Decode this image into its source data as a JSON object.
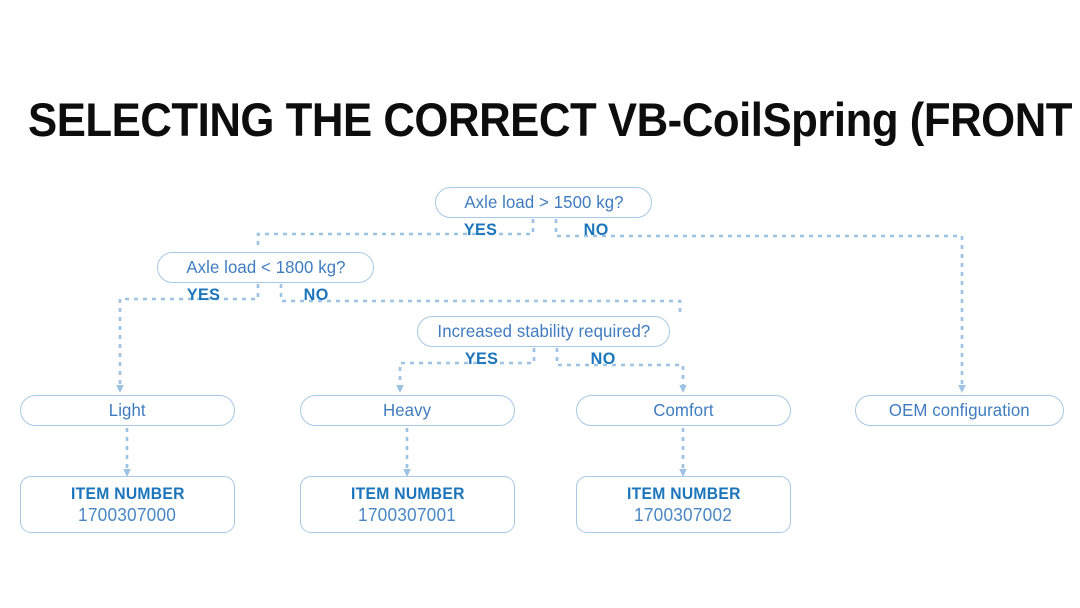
{
  "page": {
    "title": "SELECTING THE CORRECT VB-CoilSpring (FRONT AXLE)",
    "background_color": "#ffffff",
    "title_color": "#0d0d0d"
  },
  "palette": {
    "node_border": "#a8c8e6",
    "node_text": "#3f7cc0",
    "branch_label": "#1b75bb",
    "connector": "#9cc2e4",
    "item_heading": "#1b75bb",
    "item_number": "#4a87c5"
  },
  "flowchart": {
    "type": "decision-tree",
    "decisions": [
      {
        "id": "d1",
        "label": "Axle load > 1500 kg?",
        "yes_label": "YES",
        "no_label": "NO",
        "yes_target": "d2",
        "no_target": "r4"
      },
      {
        "id": "d2",
        "label": "Axle load < 1800 kg?",
        "yes_label": "YES",
        "no_label": "NO",
        "yes_target": "r1",
        "no_target": "d3"
      },
      {
        "id": "d3",
        "label": "Increased stability required?",
        "yes_label": "YES",
        "no_label": "NO",
        "yes_target": "r2",
        "no_target": "r3"
      }
    ],
    "results": [
      {
        "id": "r1",
        "label": "Light",
        "item_heading": "ITEM NUMBER",
        "item_number": "1700307000"
      },
      {
        "id": "r2",
        "label": "Heavy",
        "item_heading": "ITEM NUMBER",
        "item_number": "1700307001"
      },
      {
        "id": "r3",
        "label": "Comfort",
        "item_heading": "ITEM NUMBER",
        "item_number": "1700307002"
      },
      {
        "id": "r4",
        "label": "OEM configuration",
        "item_heading": null,
        "item_number": null
      }
    ]
  }
}
